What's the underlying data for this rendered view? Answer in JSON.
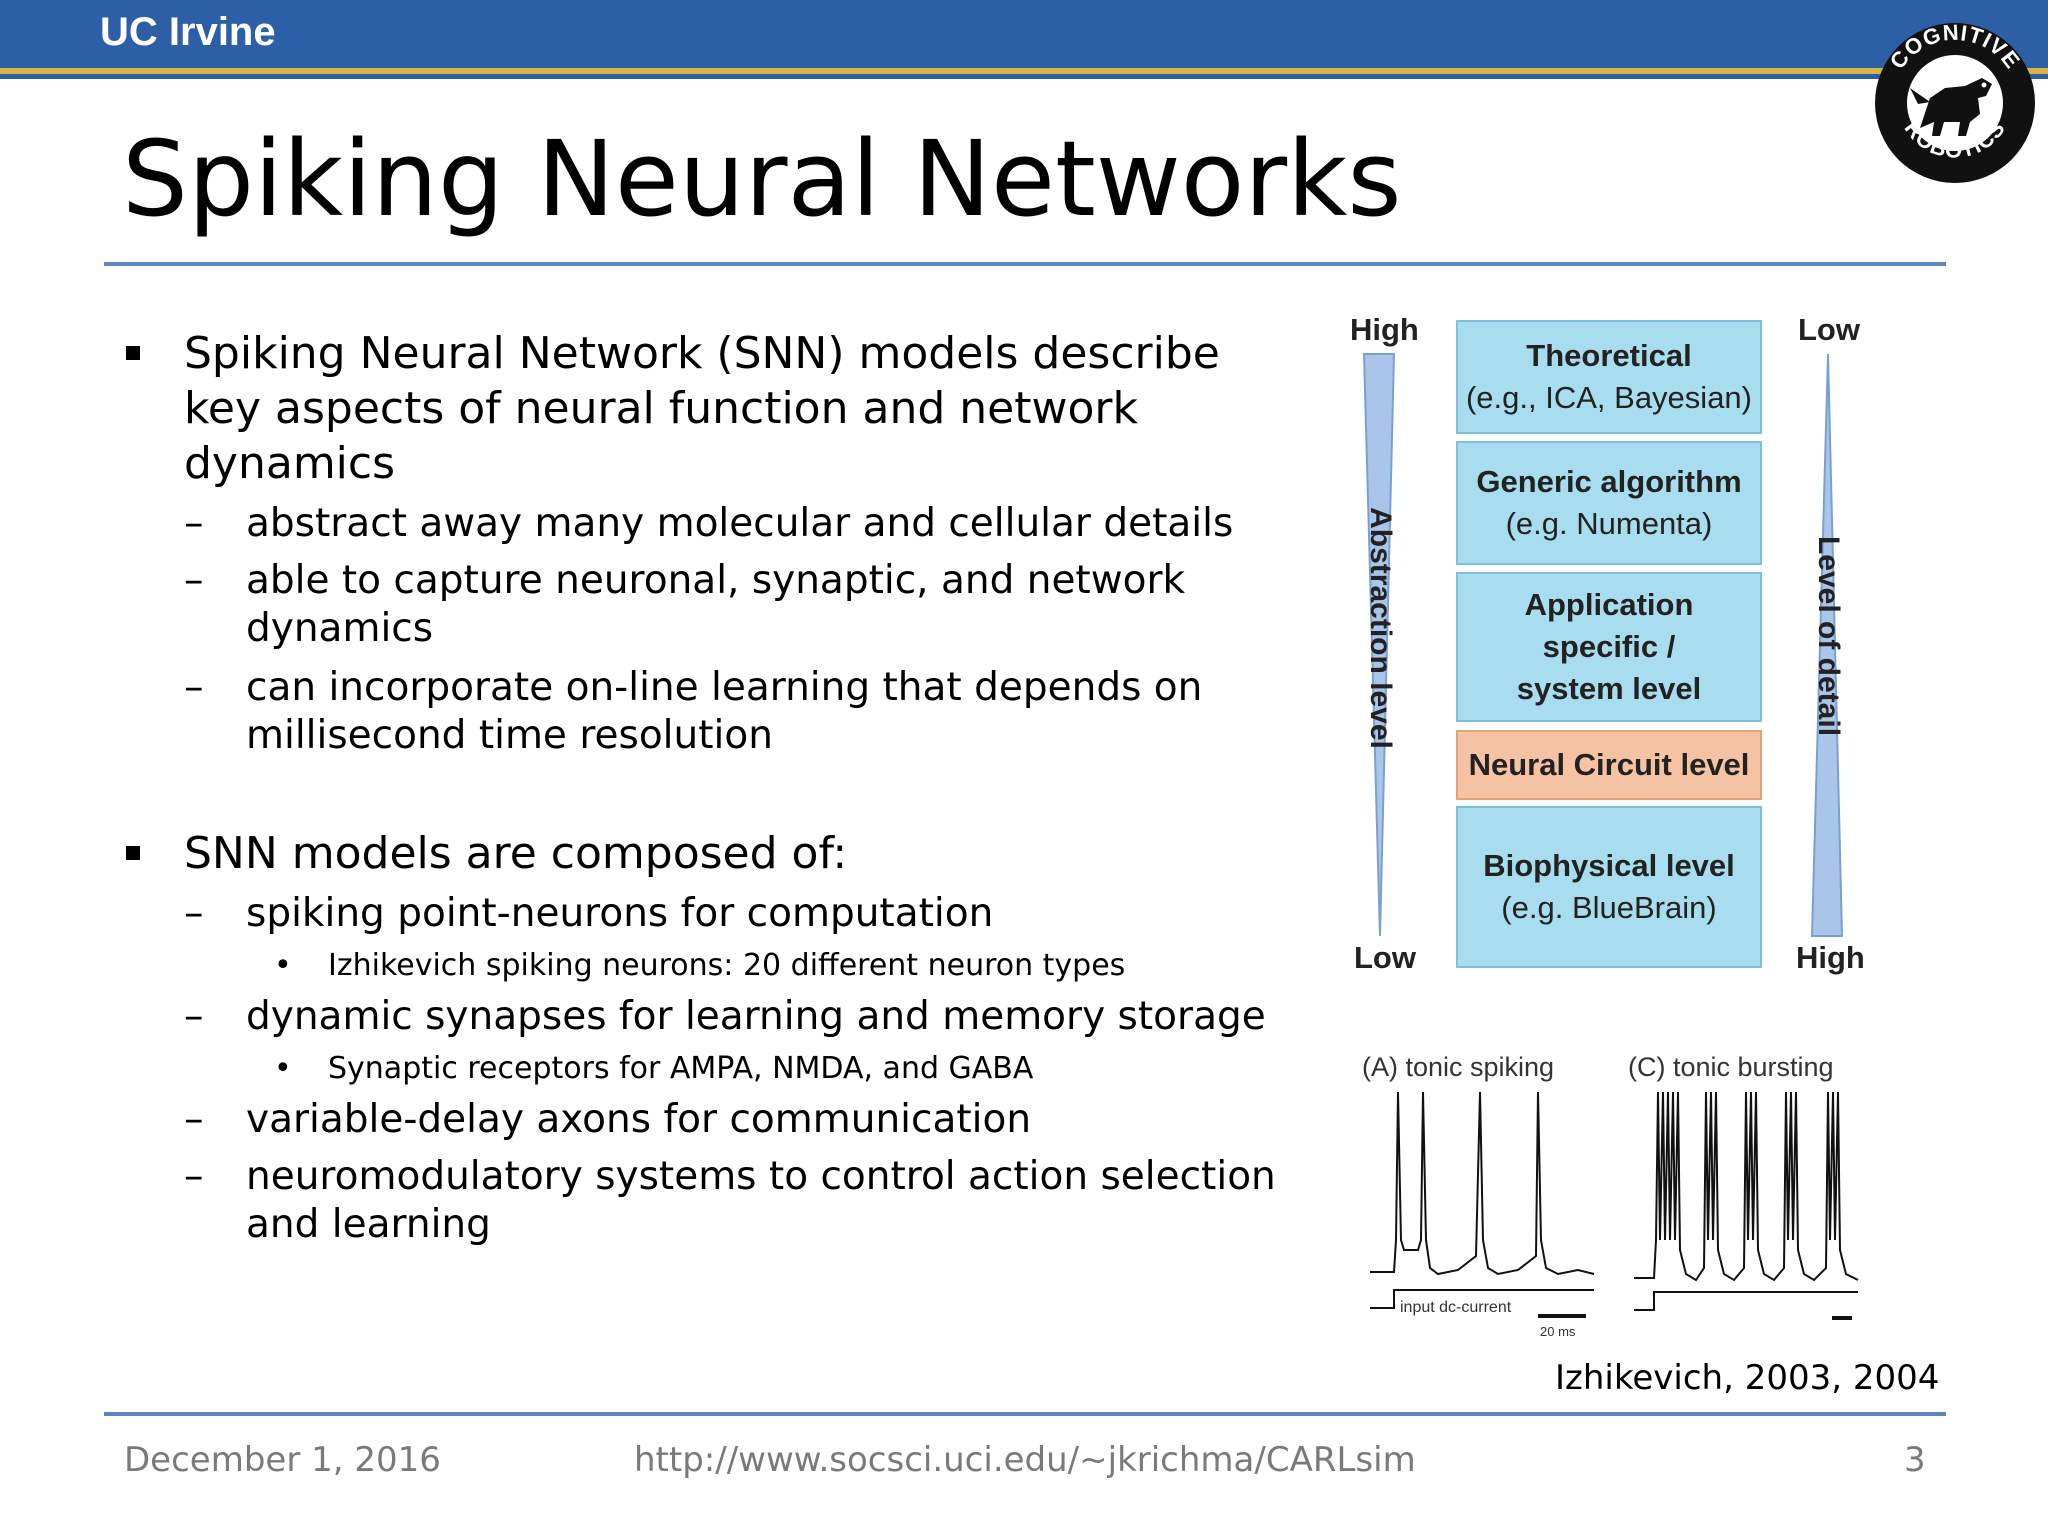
{
  "header": {
    "university": "UC Irvine",
    "logo_text": [
      "COGNITIVE",
      "ROBOTICS"
    ]
  },
  "slide": {
    "title": "Spiking Neural Networks"
  },
  "bullets": {
    "b1": {
      "text": [
        "Spiking Neural Network (SNN) models describe",
        "key aspects of neural function and network",
        "dynamics"
      ]
    },
    "b1_subs": [
      {
        "lines": [
          "abstract away many molecular and cellular details"
        ]
      },
      {
        "lines": [
          "able to capture neuronal, synaptic, and network",
          "dynamics"
        ]
      },
      {
        "lines": [
          "can incorporate on-line learning that depends on",
          "millisecond time resolution"
        ]
      }
    ],
    "b2": {
      "text": "SNN models are composed of:"
    },
    "b2_subs": {
      "s1": "spiking point-neurons for computation",
      "s1_sub": "Izhikevich spiking neurons: 20 different neuron types",
      "s2": "dynamic synapses for learning and memory storage",
      "s2_sub": "Synaptic receptors for AMPA, NMDA, and GABA",
      "s3": "variable-delay axons for communication",
      "s4": [
        "neuromodulatory systems to control action selection",
        "and learning"
      ]
    }
  },
  "diagram": {
    "left_axis": {
      "top": "High",
      "bottom": "Low",
      "label": "Abstraction level"
    },
    "right_axis": {
      "top": "Low",
      "bottom": "High",
      "label": "Level of detail"
    },
    "levels": [
      {
        "title": "Theoretical",
        "sub": "(e.g., ICA, Bayesian)"
      },
      {
        "title": "Generic algorithm",
        "sub": "(e.g. Numenta)"
      },
      {
        "title": "Application specific / system level"
      },
      {
        "title": "Neural Circuit level"
      },
      {
        "title": "Biophysical level",
        "sub": "(e.g. BlueBrain)"
      }
    ],
    "highlight_color": "#f5c3a3",
    "box_color": "#a8dcef"
  },
  "figure": {
    "panel_a": "(A) tonic spiking",
    "panel_c": "(C) tonic bursting",
    "input_label": "input dc-current",
    "scale_label": "20 ms"
  },
  "citation": "Izhikevich, 2003, 2004",
  "footer": {
    "date": "December 1, 2016",
    "url": "http://www.socsci.uci.edu/~jkrichma/CARLsim",
    "page": "3"
  }
}
